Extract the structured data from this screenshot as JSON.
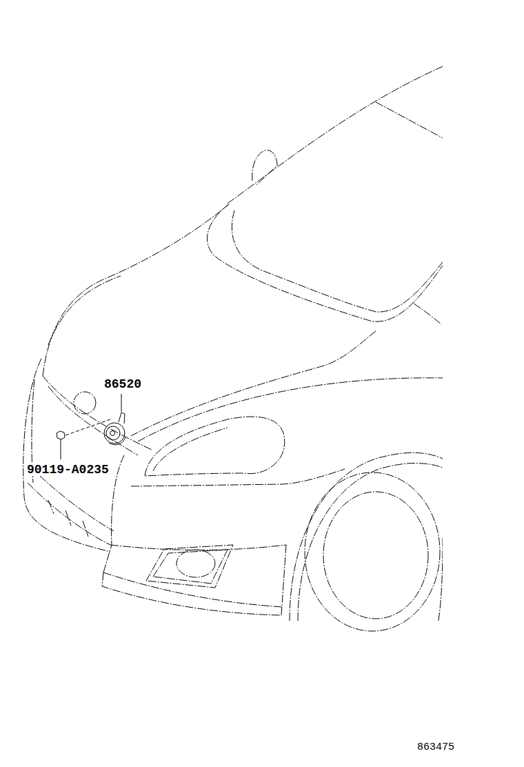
{
  "diagram": {
    "labels": [
      "86520",
      "90119-A0235",
      "863475"
    ]
  }
}
